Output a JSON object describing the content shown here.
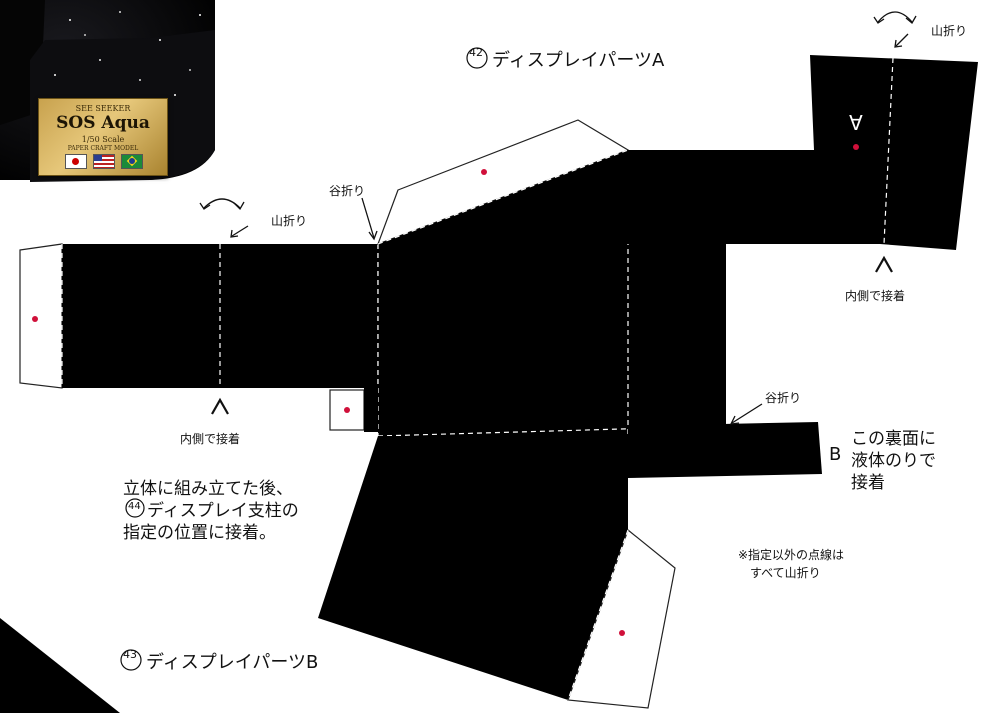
{
  "photo": {
    "plaque_brand": "SEE SEEKER",
    "plaque_name": "SOS Aqua",
    "plaque_scale": "1/50 Scale",
    "plaque_maker": "PAPER CRAFT MODEL"
  },
  "parts": {
    "a": {
      "number": "42",
      "title": "ディスプレイパーツA",
      "letter": "A"
    },
    "b": {
      "number": "43",
      "title": "ディスプレイパーツB",
      "letter": "B"
    }
  },
  "folds": {
    "mountain": "山折り",
    "valley": "谷折り",
    "inner_glue": "内側で接着"
  },
  "notes": {
    "tab_letter": "B",
    "back_glue_1": "この裏面に",
    "back_glue_2": "液体のりで",
    "back_glue_3": "接着",
    "assembly_1": "立体に組み立てた後、",
    "assembly_2_num": "44",
    "assembly_2": "ディスプレイ支柱の",
    "assembly_3": "指定の位置に接着。",
    "other_folds_1": "※指定以外の点線は",
    "other_folds_2": "すべて山折り"
  },
  "colors": {
    "panel": "#000000",
    "glue_dot": "#d0103a",
    "outline": "#222222",
    "fold_line": "#ffffff"
  }
}
